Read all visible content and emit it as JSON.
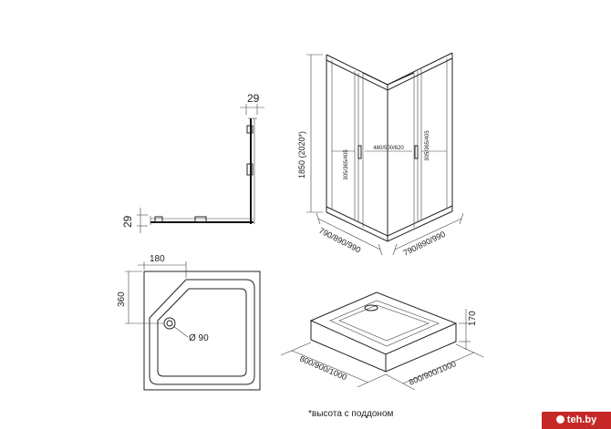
{
  "views": {
    "profile_view": {
      "dim_top": "29",
      "dim_left": "29"
    },
    "tray_plan_view": {
      "dim_width": "180",
      "dim_height": "360",
      "drain_label": "Ø 90"
    },
    "enclosure_view": {
      "dim_height": "1850 (2020*)",
      "dim_side_panel_left": "305/365/405",
      "dim_door": "480/500/620",
      "dim_side_panel_right": "305/365/405",
      "dim_width_left": "790/890/990",
      "dim_width_right": "790/890/990"
    },
    "tray_iso_view": {
      "dim_height": "170",
      "dim_length_left": "800/900/1000",
      "dim_length_right": "800/900/1000"
    }
  },
  "footnote": "*высота с поддоном",
  "watermark": {
    "text": "teh.by",
    "color": "#c62828"
  }
}
